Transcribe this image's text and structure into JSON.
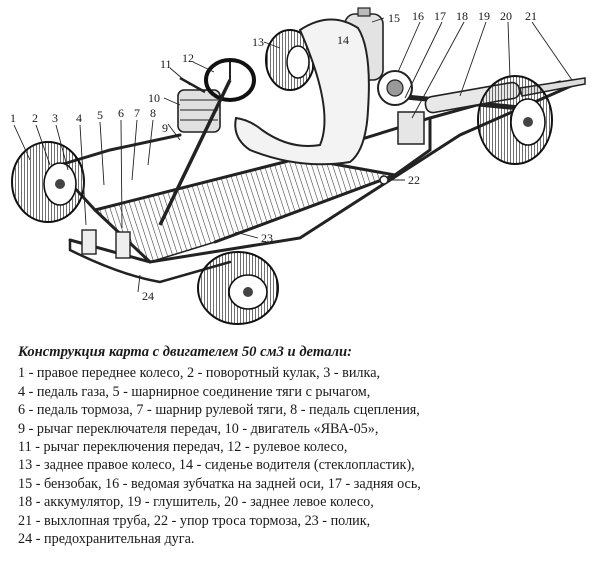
{
  "caption": {
    "title": "Конструкция карта с двигателем 50 см3 и детали:",
    "lines": [
      "1 - правое переднее колесо, 2 - поворотный кулак, 3 - вилка,",
      "4 - педаль газа, 5 - шарнирное соединение тяги с рычагом,",
      "6 - педаль тормоза, 7 - шарнир рулевой тяги, 8 - педаль сцепления,",
      "9 - рычаг переключателя передач, 10 - двигатель «ЯВА-05»,",
      "11 - рычаг переключения передач, 12 - рулевое колесо,",
      "13 - заднее правое колесо, 14 - сиденье водителя (стеклопластик),",
      "15 - бензобак, 16 - ведомая зубчатка на задней оси, 17 - задняя ось,",
      "18 - аккумулятор, 19 - глушитель, 20 - заднее левое колесо,",
      "21 - выхлопная труба, 22 - упор троса тормоза, 23 - полик,",
      "24 - предохранительная дуга."
    ]
  },
  "callouts": [
    {
      "label": "1"
    },
    {
      "label": "2"
    },
    {
      "label": "3"
    },
    {
      "label": "4"
    },
    {
      "label": "5"
    },
    {
      "label": "6"
    },
    {
      "label": "7"
    },
    {
      "label": "8"
    },
    {
      "label": "9"
    },
    {
      "label": "10"
    },
    {
      "label": "11"
    },
    {
      "label": "12"
    },
    {
      "label": "13"
    },
    {
      "label": "14"
    },
    {
      "label": "15"
    },
    {
      "label": "16"
    },
    {
      "label": "17"
    },
    {
      "label": "18"
    },
    {
      "label": "19"
    },
    {
      "label": "20"
    },
    {
      "label": "21"
    },
    {
      "label": "22"
    },
    {
      "label": "23"
    },
    {
      "label": "24"
    }
  ]
}
